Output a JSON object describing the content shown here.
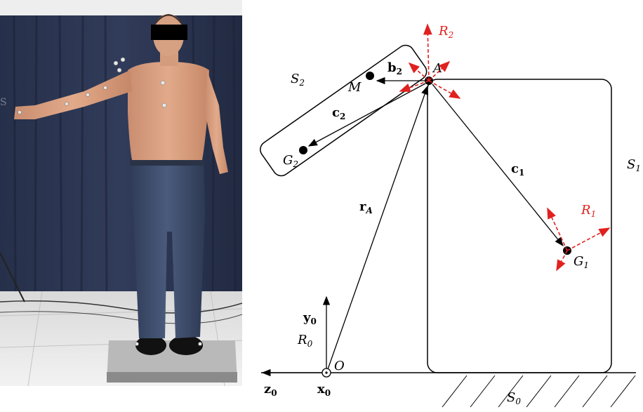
{
  "photo": {
    "watermark": "S"
  },
  "diagram": {
    "body1_label": "S",
    "body1_sub": "1",
    "body2_label": "S",
    "body2_sub": "2",
    "ground_label": "S",
    "ground_sub": "0",
    "point_A": "A",
    "point_M": "M",
    "point_O": "O",
    "point_G1": "G",
    "point_G1_sub": "1",
    "point_G2": "G",
    "point_G2_sub": "2",
    "vec_b2": "b",
    "vec_b2_sub": "2",
    "vec_c2": "c",
    "vec_c2_sub": "2",
    "vec_c1": "c",
    "vec_c1_sub": "1",
    "vec_rA": "r",
    "vec_rA_sub": "A",
    "frame_R0": "R",
    "frame_R0_sub": "0",
    "frame_R1": "R",
    "frame_R1_sub": "1",
    "frame_R2": "R",
    "frame_R2_sub": "2",
    "axis_y0": "y",
    "axis_y0_sub": "0",
    "axis_z0": "z",
    "axis_z0_sub": "0",
    "axis_x0": "x",
    "axis_x0_sub": "0",
    "colors": {
      "frame_red": "#e0211f",
      "ink": "#000000",
      "curtain": "#2a3550",
      "floor": "#e6e6e6"
    }
  }
}
